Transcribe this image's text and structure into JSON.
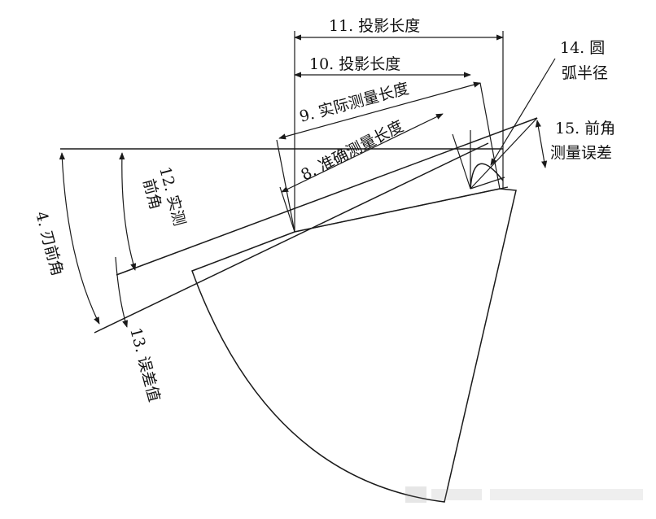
{
  "labels": {
    "proj_len_11": "11. 投影长度",
    "proj_len_10": "10. 投影长度",
    "actual_len_9": "9. 实际测量长度",
    "accurate_len_8": "8. 准确测量长度",
    "arc_radius_14_a": "14. 圆",
    "arc_radius_14_b": "弧半径",
    "rake_err_15_a": "15. 前角",
    "rake_err_15_b": "测量误差",
    "actual_rake_12_a": "12. 实测",
    "actual_rake_12_b": "前角",
    "edge_rake_4": "4. 刃前角",
    "error_value_13": "13. 误差值"
  }
}
